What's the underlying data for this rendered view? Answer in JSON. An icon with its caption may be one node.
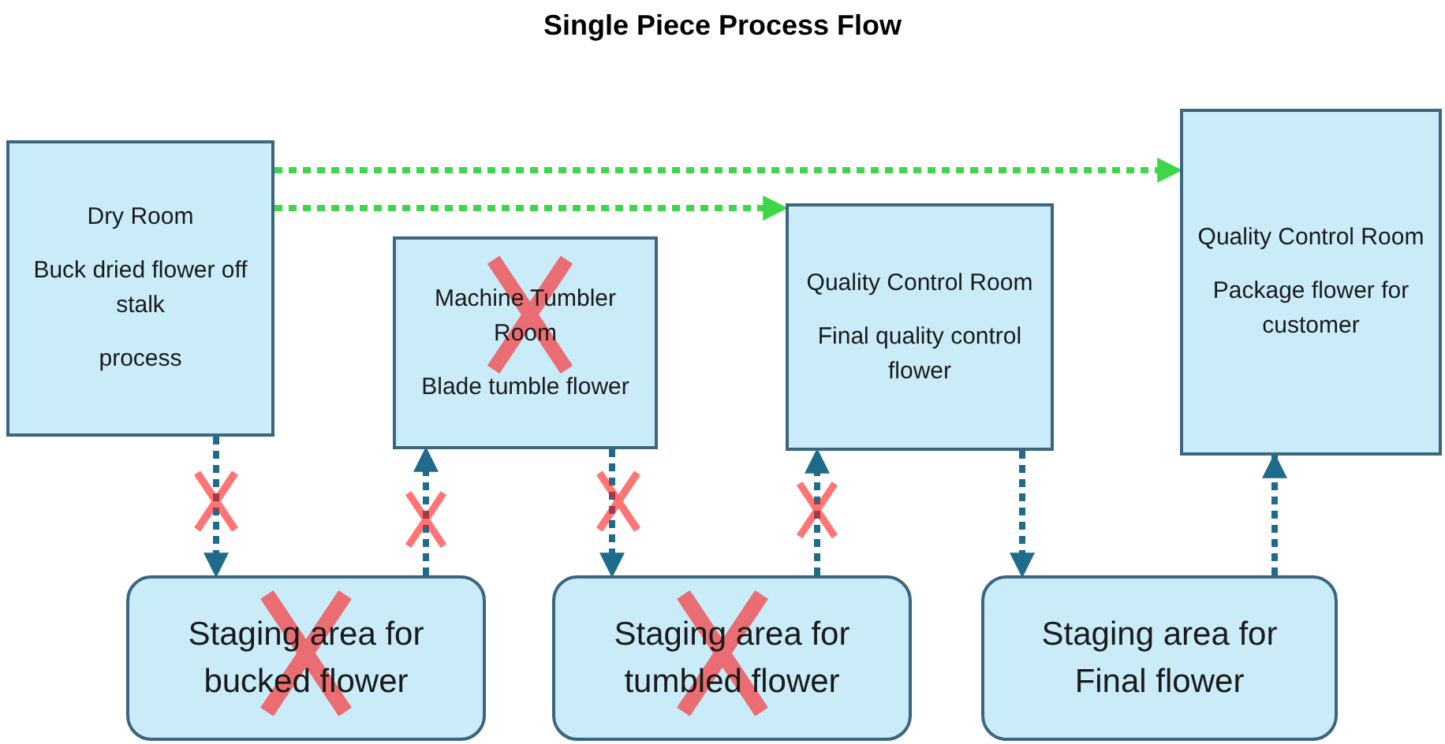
{
  "diagram": {
    "title": "Single Piece Process Flow",
    "nodes": [
      {
        "text": [
          "Dry Room",
          "Buck dried flower off stalk",
          "process"
        ]
      },
      {
        "text": [
          "Machine Tumbler Room",
          "Blade tumble flower"
        ]
      },
      {
        "text": [
          "Quality Control Room",
          "Final quality control flower"
        ]
      },
      {
        "text": [
          "Quality Control Room",
          "Package flower for customer"
        ]
      },
      {
        "text": [
          "Staging area for bucked flower"
        ]
      },
      {
        "text": [
          "Staging area for tumbled flower"
        ]
      },
      {
        "text": [
          "Staging area for Final flower"
        ]
      }
    ],
    "edges": [
      {
        "from": 0,
        "to": 3,
        "arrow": "to",
        "style": "dashed",
        "color": "#3fd64a"
      },
      {
        "from": 0,
        "to": 2,
        "arrow": "to",
        "style": "dashed",
        "color": "#3fd64a"
      },
      {
        "from": 0,
        "to": 4,
        "arrow": "to",
        "style": "dashed"
      },
      {
        "from": 4,
        "to": 1,
        "arrow": "to",
        "style": "dashed"
      },
      {
        "from": 1,
        "to": 5,
        "arrow": "to",
        "style": "dashed"
      },
      {
        "from": 5,
        "to": 2,
        "arrow": "to",
        "style": "dashed"
      },
      {
        "from": 2,
        "to": 6,
        "arrow": "to",
        "style": "dashed"
      },
      {
        "from": 6,
        "to": 3,
        "arrow": "to",
        "style": "dashed"
      }
    ]
  }
}
